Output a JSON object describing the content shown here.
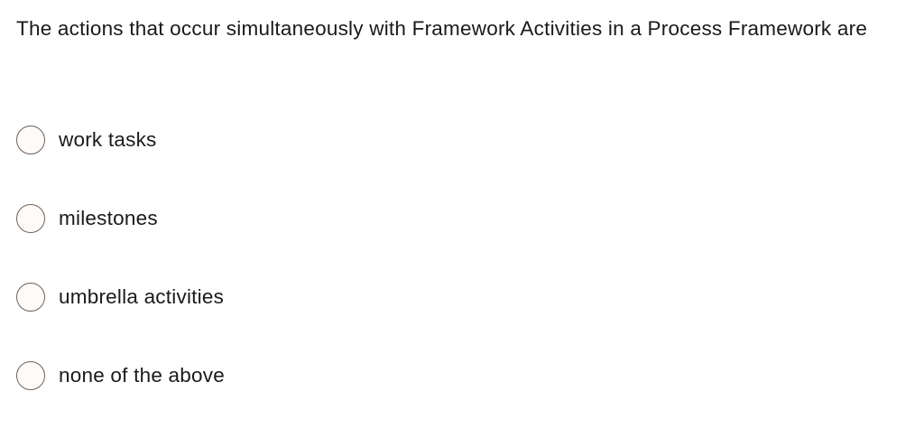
{
  "page": {
    "background_color": "#ffffff",
    "text_color": "#1a1a1a"
  },
  "question": {
    "stem": "The actions that occur simultaneously with Framework Activities in a Process Framework are",
    "type": "multiple-choice-single-select",
    "selected_index": null
  },
  "options": [
    {
      "label": "work tasks",
      "icon": "radio-unchecked-icon",
      "checked": false
    },
    {
      "label": "milestones",
      "icon": "radio-unchecked-icon",
      "checked": false
    },
    {
      "label": "umbrella activities",
      "icon": "radio-unchecked-icon",
      "checked": false
    },
    {
      "label": "none of the above",
      "icon": "radio-unchecked-icon",
      "checked": false
    }
  ],
  "colors": {
    "radio_border": "#6b625e",
    "radio_fill": "#fdfaf7",
    "text": "#1a1a1a"
  }
}
